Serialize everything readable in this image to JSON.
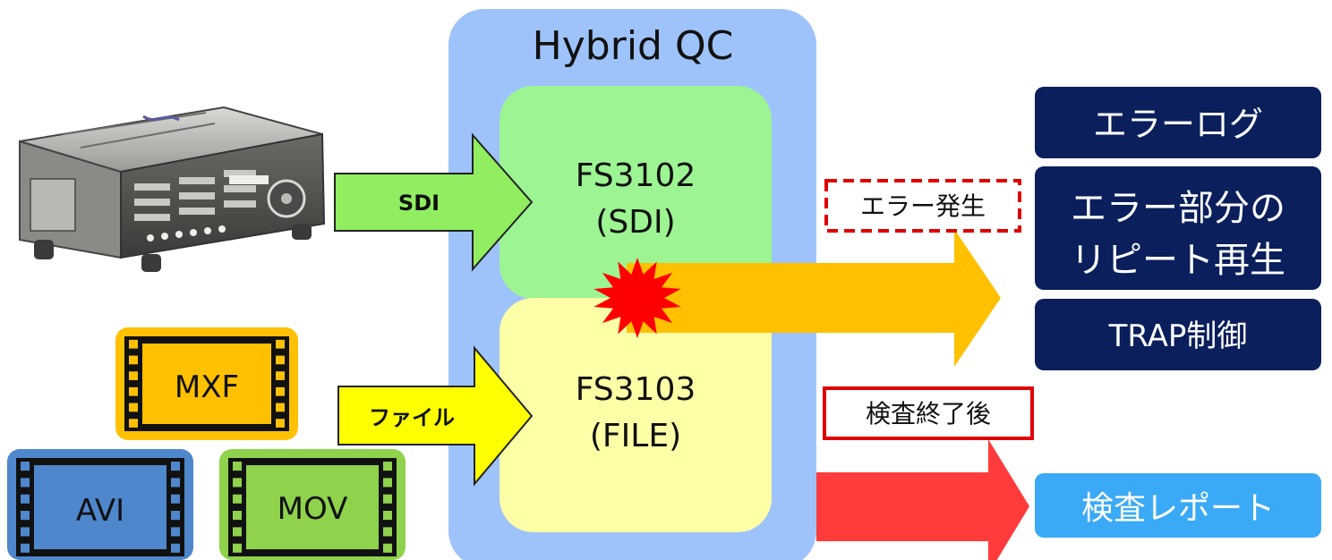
{
  "qc_box": {
    "title": "Hybrid QC"
  },
  "sdi_unit": {
    "line1": "FS3102",
    "line2": "(SDI)"
  },
  "file_unit": {
    "line1": "FS3103",
    "line2": "(FILE)"
  },
  "inputs": {
    "sdi_label": "SDI",
    "file_label": "ファイル"
  },
  "formats": {
    "mxf": "MXF",
    "avi": "AVI",
    "mov": "MOV"
  },
  "tags": {
    "error_occurrence": "エラー発生",
    "after_inspection": "検査終了後"
  },
  "outputs": {
    "error_log": "エラーログ",
    "repeat_line1": "エラー部分の",
    "repeat_line2": "リピート再生",
    "trap_control": "TRAP制御",
    "report": "検査レポート"
  },
  "colors": {
    "qc_box": "#9ec3fa",
    "sdi_unit": "#9cf493",
    "file_unit": "#feffa6",
    "sdi_arrow": "#90ee60",
    "file_arrow": "#ffff00",
    "error_arrow": "#ffc000",
    "report_arrow": "#ff3b3b",
    "burst": "#ff0000",
    "output_box": "#0a1f5c",
    "report_box": "#3aaaf6",
    "mxf_tile": "#ffc000",
    "avi_tile": "#4f87cd",
    "mov_tile": "#8fd24c"
  },
  "icons": {
    "deck": "broadcast-deck-device-icon",
    "film": "film-strip-icon"
  }
}
